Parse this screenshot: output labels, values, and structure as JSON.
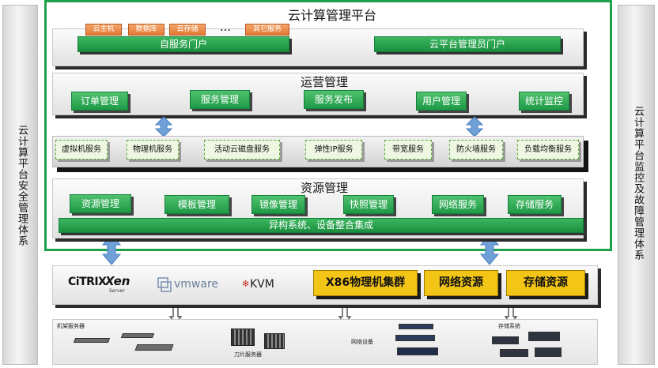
{
  "left_panel": {
    "text": "云计算平台安全管理体系"
  },
  "right_panel": {
    "text": "云计算平台监控及故障管理体系"
  },
  "platform": {
    "title": "云计算管理平台"
  },
  "portal": {
    "tags": [
      "云主机",
      "数据库",
      "云存储",
      "…",
      "其它服务"
    ],
    "self_service": "自服务门户",
    "admin": "云平台管理员门户"
  },
  "operations": {
    "title": "运营管理",
    "items": [
      "订单管理",
      "服务管理",
      "服务发布",
      "用户管理",
      "统计监控"
    ]
  },
  "services": {
    "items": [
      "虚拟机服务",
      "物理机服务",
      "活动云磁盘服务",
      "弹性IP服务",
      "带宽服务",
      "防火墙服务",
      "负载均衡服务"
    ]
  },
  "resources": {
    "title": "资源管理",
    "items": [
      "资源管理",
      "模板管理",
      "镜像管理",
      "快照管理",
      "网络服务",
      "存储服务"
    ],
    "integration": "异构系统、设备整合集成"
  },
  "virtualization": {
    "logos": {
      "citrix": "CiTRIX",
      "xen": "Xen",
      "xen_sub": "Server",
      "vmware": "vmware",
      "kvm": "KVM"
    },
    "x86": "X86物理机集群",
    "network": "网络资源",
    "storage": "存储资源"
  },
  "hardware": {
    "rack": "机架服务器",
    "blade": "刀片服务器",
    "network_device": "网络设备",
    "storage_system": "存储系统"
  },
  "colors": {
    "frame_green": "#1fa04a",
    "button_green": "#2aa84f",
    "yellow": "#f3c516",
    "orange": "#e8864a",
    "arrow_blue": "#6fa0d8"
  }
}
